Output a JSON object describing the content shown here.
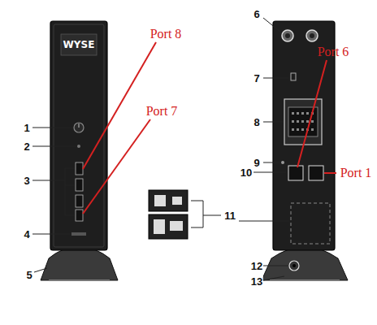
{
  "diagram": {
    "labels": [
      "WYSE",
      "Port 8",
      "Port 7",
      "Port 6",
      "Port 1",
      "1",
      "2",
      "3",
      "4",
      "5",
      "6",
      "7",
      "8",
      "9",
      "10",
      "11",
      "12",
      "13"
    ]
  }
}
